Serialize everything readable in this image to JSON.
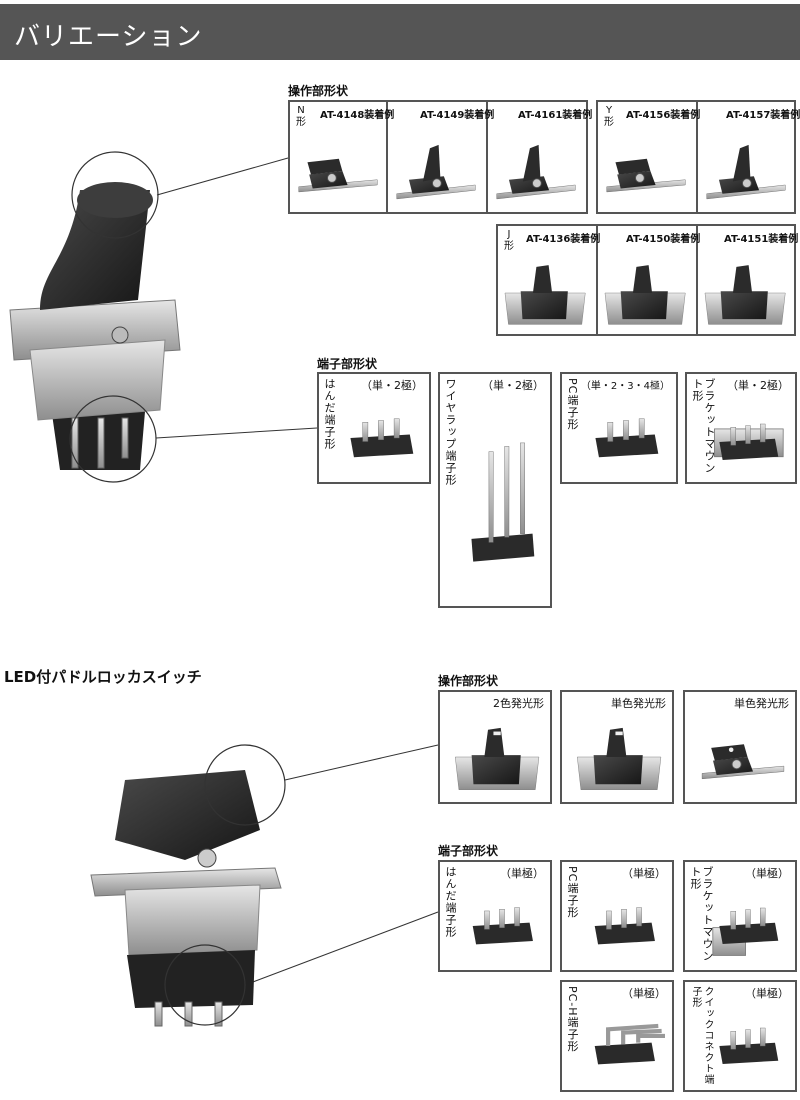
{
  "page": {
    "title": "バリエーション"
  },
  "section1": {
    "operation": {
      "label": "操作部形状",
      "n_group": {
        "tag": "N 形",
        "items": [
          {
            "model": "AT-4148装着例"
          },
          {
            "model": "AT-4149装着例"
          },
          {
            "model": "AT-4161装着例"
          }
        ]
      },
      "y_group": {
        "tag": "Y 形",
        "items": [
          {
            "model": "AT-4156装着例"
          },
          {
            "model": "AT-4157装着例"
          }
        ]
      },
      "j_group": {
        "tag": "J 形",
        "items": [
          {
            "model": "AT-4136装着例"
          },
          {
            "model": "AT-4150装着例"
          },
          {
            "model": "AT-4151装着例"
          }
        ]
      }
    },
    "terminal": {
      "label": "端子部形状",
      "items": [
        {
          "name": "はんだ端子形",
          "poles": "（単・2極）"
        },
        {
          "name": "ワイヤラップ端子形",
          "poles": "（単・2極）"
        },
        {
          "name": "PC端子形",
          "poles": "（単・2・3・4極）"
        },
        {
          "name": "ブラケットマウント形",
          "poles": "（単・2極）"
        }
      ]
    }
  },
  "section2": {
    "title": "LED付パドルロッカスイッチ",
    "operation": {
      "label": "操作部形状",
      "items": [
        {
          "name": "2色発光形"
        },
        {
          "name": "単色発光形"
        },
        {
          "name": "単色発光形"
        }
      ]
    },
    "terminal": {
      "label": "端子部形状",
      "items": [
        {
          "name": "はんだ端子形",
          "poles": "（単極）"
        },
        {
          "name": "PC端子形",
          "poles": "（単極）"
        },
        {
          "name": "ブラケットマウント形",
          "poles": "（単極）"
        },
        {
          "name": "PC-H端子形",
          "poles": "（単極）"
        },
        {
          "name": "クイックコネクト端子形",
          "poles": "（単極）"
        }
      ]
    }
  },
  "colors": {
    "banner": "#555555",
    "border": "#555555",
    "switch_body": "#2a2a2a",
    "metal": "#bdbdbd"
  },
  "icons": {
    "switch_photo": "toggle-switch-image",
    "led_switch_photo": "led-rocker-switch-image"
  }
}
